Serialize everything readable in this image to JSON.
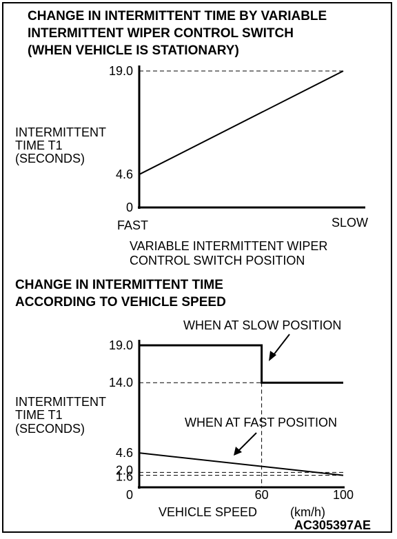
{
  "chart_data": [
    {
      "type": "line",
      "title_lines": [
        "CHANGE IN INTERMITTENT TIME BY VARIABLE",
        "INTERMITTENT WIPER CONTROL SWITCH",
        "(WHEN VEHICLE IS STATIONARY)"
      ],
      "ylabel_lines": [
        "INTERMITTENT",
        "TIME T1",
        "(SECONDS)"
      ],
      "xlabel_lines": [
        "VARIABLE INTERMITTENT WIPER",
        "CONTROL SWITCH POSITION"
      ],
      "x_tick_labels": [
        "FAST",
        "SLOW"
      ],
      "y_ticks": [
        {
          "label": "19.0",
          "value": 19.0
        },
        {
          "label": "4.6",
          "value": 4.6
        },
        {
          "label": "0",
          "value": 0
        }
      ],
      "ylim": [
        0,
        19.0
      ],
      "xlim": [
        0,
        1
      ],
      "series": [
        {
          "x": [
            0,
            1
          ],
          "y": [
            4.6,
            19.0
          ]
        }
      ]
    },
    {
      "type": "line",
      "title_lines": [
        "CHANGE IN INTERMITTENT TIME",
        "ACCORDING TO VEHICLE SPEED"
      ],
      "ylabel_lines": [
        "INTERMITTENT",
        "TIME T1",
        "(SECONDS)"
      ],
      "xlabel": "VEHICLE SPEED",
      "xunit": "(km/h)",
      "x_ticks": [
        {
          "label": "0",
          "value": 0
        },
        {
          "label": "60",
          "value": 60
        },
        {
          "label": "100",
          "value": 100
        }
      ],
      "y_ticks": [
        {
          "label": "19.0",
          "value": 19.0
        },
        {
          "label": "14.0",
          "value": 14.0
        },
        {
          "label": "4.6",
          "value": 4.6
        },
        {
          "label": "2.0",
          "value": 2.0
        },
        {
          "label": "1.6",
          "value": 1.6
        }
      ],
      "ylim": [
        0,
        19.0
      ],
      "xlim": [
        0,
        100
      ],
      "annotations": [
        "WHEN AT SLOW POSITION",
        "WHEN AT FAST POSITION"
      ],
      "series": [
        {
          "x": [
            0,
            60,
            60,
            100
          ],
          "y": [
            19.0,
            19.0,
            14.0,
            14.0
          ]
        },
        {
          "x": [
            0,
            100
          ],
          "y": [
            4.6,
            1.6
          ]
        }
      ]
    }
  ],
  "figure_id": "AC305397AE"
}
